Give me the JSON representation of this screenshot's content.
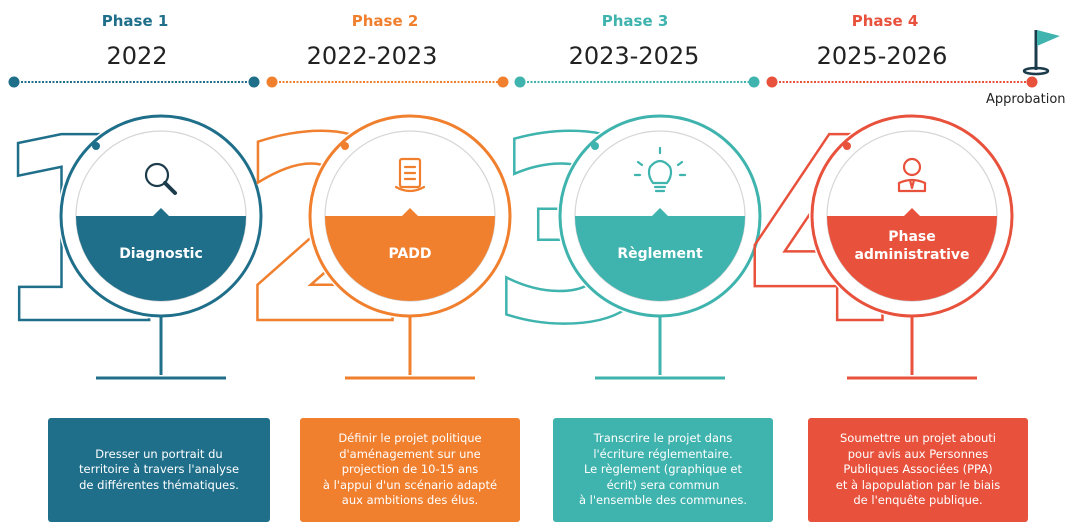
{
  "colors": {
    "phase1": "#1f6f8b",
    "phase2": "#f07f2e",
    "phase3": "#3fb3ad",
    "phase4": "#e8513c"
  },
  "approbation": {
    "label": "Approbation",
    "icon": "flag-icon"
  },
  "phases": [
    {
      "label": "Phase 1",
      "years": "2022",
      "number": "1",
      "icon": "magnifier-icon",
      "title": "Diagnostic",
      "description": "Dresser un portrait du\nterritoire à travers l'analyse\nde différentes thématiques."
    },
    {
      "label": "Phase 2",
      "years": "2022-2023",
      "number": "2",
      "icon": "document-scroll-icon",
      "title": "PADD",
      "description": "Définir le projet politique\nd'aménagement sur une\nprojection de 10-15 ans\nà l'appui d'un scénario adapté\naux ambitions des élus."
    },
    {
      "label": "Phase 3",
      "years": "2023-2025",
      "number": "3",
      "icon": "lightbulb-icon",
      "title": "Règlement",
      "description": "Transcrire le projet dans\nl'écriture réglementaire.\nLe règlement (graphique et\nécrit) sera commun\nà l'ensemble des communes."
    },
    {
      "label": "Phase 4",
      "years": "2025-2026",
      "number": "4",
      "icon": "person-icon",
      "title": "Phase\nadministrative",
      "description": "Soumettre un projet abouti\npour avis aux Personnes\nPubliques Associées (PPA)\net à lapopulation par le biais\nde l'enquête publique."
    }
  ]
}
